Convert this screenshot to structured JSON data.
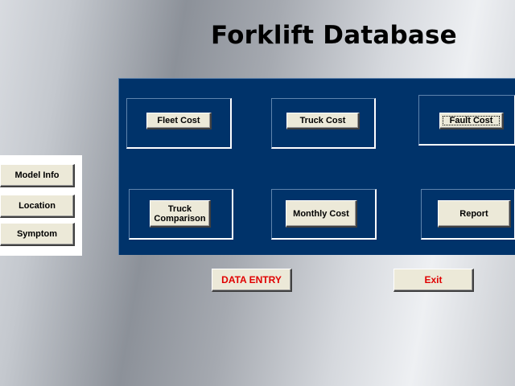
{
  "title": "Forklift Database",
  "side_buttons": {
    "model_info": "Model Info",
    "location": "Location",
    "symptom": "Symptom"
  },
  "main_buttons": {
    "fleet_cost": "Fleet Cost",
    "truck_cost": "Truck Cost",
    "fault_cost": "Fault Cost",
    "truck_comparison": "Truck\nComparison",
    "monthly_cost": "Monthly Cost",
    "report": "Report"
  },
  "bottom_buttons": {
    "data_entry": "DATA ENTRY",
    "exit": "Exit"
  },
  "colors": {
    "panel_background": "#00336a",
    "button_face": "#ece9d8",
    "accent_text": "#e00000"
  }
}
